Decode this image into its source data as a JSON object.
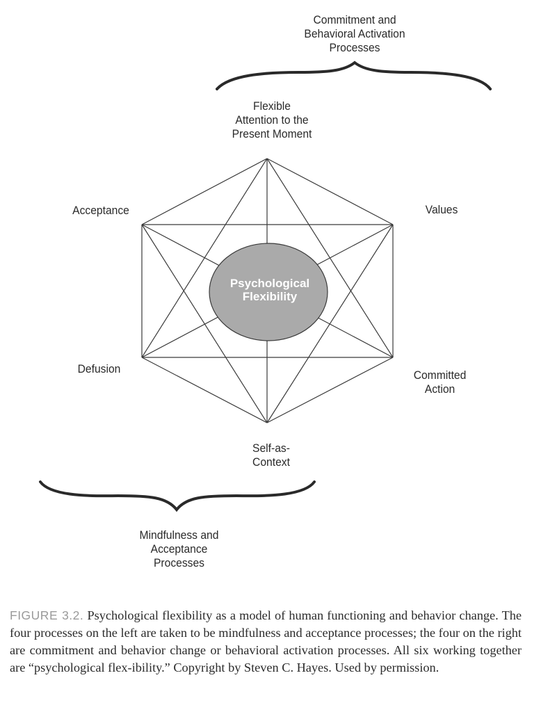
{
  "diagram": {
    "title": "Psychological Flexibility",
    "center_label": "Psychological\nFlexibility",
    "colors": {
      "center_fill": "#aaaaaa",
      "center_text": "#ffffff",
      "lines": "#3a3a3a",
      "label_text": "#2a2a2a",
      "figure_tag": "#9a9a9a"
    },
    "nodes": [
      {
        "id": "top",
        "label": "Flexible\nAttention to the\nPresent Moment"
      },
      {
        "id": "upper-right",
        "label": "Values"
      },
      {
        "id": "lower-right",
        "label": "Committed\nAction"
      },
      {
        "id": "bottom",
        "label": "Self-as-\nContext"
      },
      {
        "id": "lower-left",
        "label": "Defusion"
      },
      {
        "id": "upper-left",
        "label": "Acceptance"
      }
    ],
    "groups": [
      {
        "id": "commitment",
        "label": "Commitment and\nBehavioral Activation\nProcesses"
      },
      {
        "id": "mindfulness",
        "label": "Mindfulness and\nAcceptance\nProcesses"
      }
    ]
  },
  "caption": {
    "figure_number": "FIGURE 3.2.",
    "text": "Psychological flexibility as a model of human functioning and behavior change. The four processes on the left are taken to be mindfulness and acceptance processes; the four on the right are commitment and behavior change or behavioral activation processes. All six working together are “psychological flex-ibility.” Copyright by Steven C. Hayes. Used by permission."
  }
}
